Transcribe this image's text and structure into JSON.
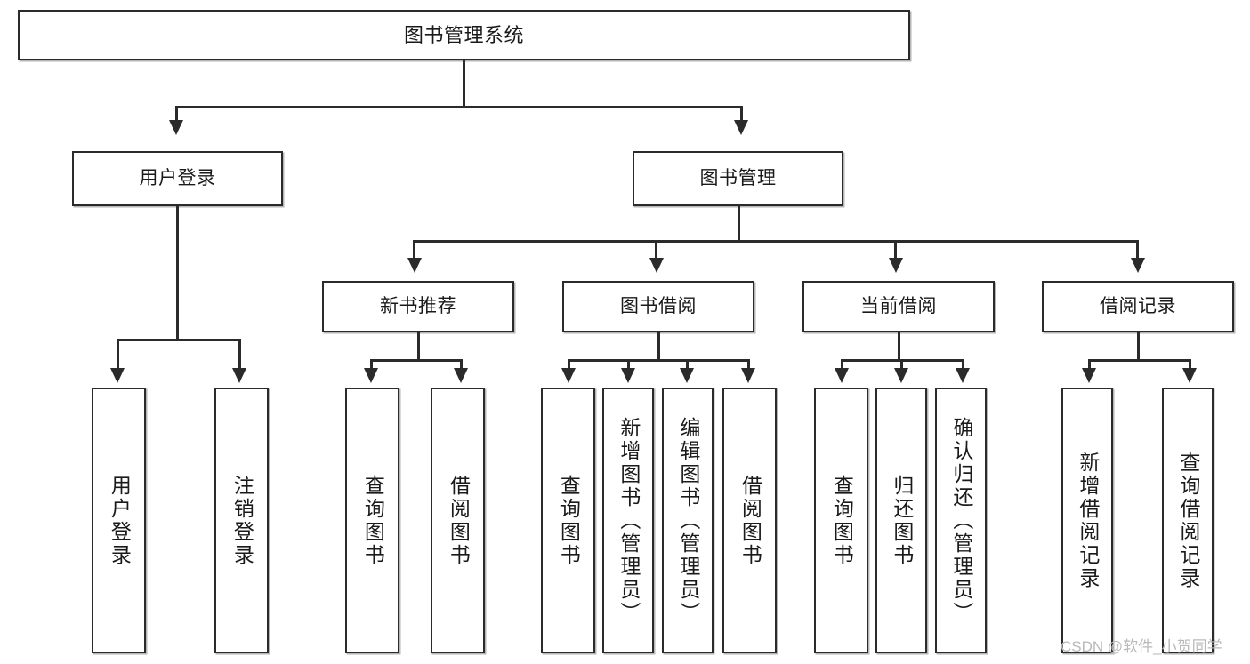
{
  "diagram": {
    "type": "tree-hierarchy",
    "title": "图书管理系统",
    "watermark": "CSDN @软件_小贺同学",
    "colors": {
      "box_border": "#2b2b2b",
      "box_fill": "#ffffff",
      "line": "#2b2b2b",
      "text": "#1a1a1a",
      "watermark": "#b9b9b9"
    },
    "root": {
      "label": "图书管理系统"
    },
    "level2": [
      {
        "label": "用户登录"
      },
      {
        "label": "图书管理"
      }
    ],
    "level3": [
      {
        "label": "新书推荐"
      },
      {
        "label": "图书借阅"
      },
      {
        "label": "当前借阅"
      },
      {
        "label": "借阅记录"
      }
    ],
    "leaves": {
      "user_login": [
        {
          "label": "用户登录"
        },
        {
          "label": "注销登录"
        }
      ],
      "new_book_recommend": [
        {
          "label": "查询图书"
        },
        {
          "label": "借阅图书"
        }
      ],
      "book_borrow": [
        {
          "label": "查询图书"
        },
        {
          "label": "新增图书（管理员）"
        },
        {
          "label": "编辑图书（管理员）"
        },
        {
          "label": "借阅图书"
        }
      ],
      "current_borrow": [
        {
          "label": "查询图书"
        },
        {
          "label": "归还图书"
        },
        {
          "label": "确认归还（管理员）"
        }
      ],
      "borrow_record": [
        {
          "label": "新增借阅记录"
        },
        {
          "label": "查询借阅记录"
        }
      ]
    }
  }
}
